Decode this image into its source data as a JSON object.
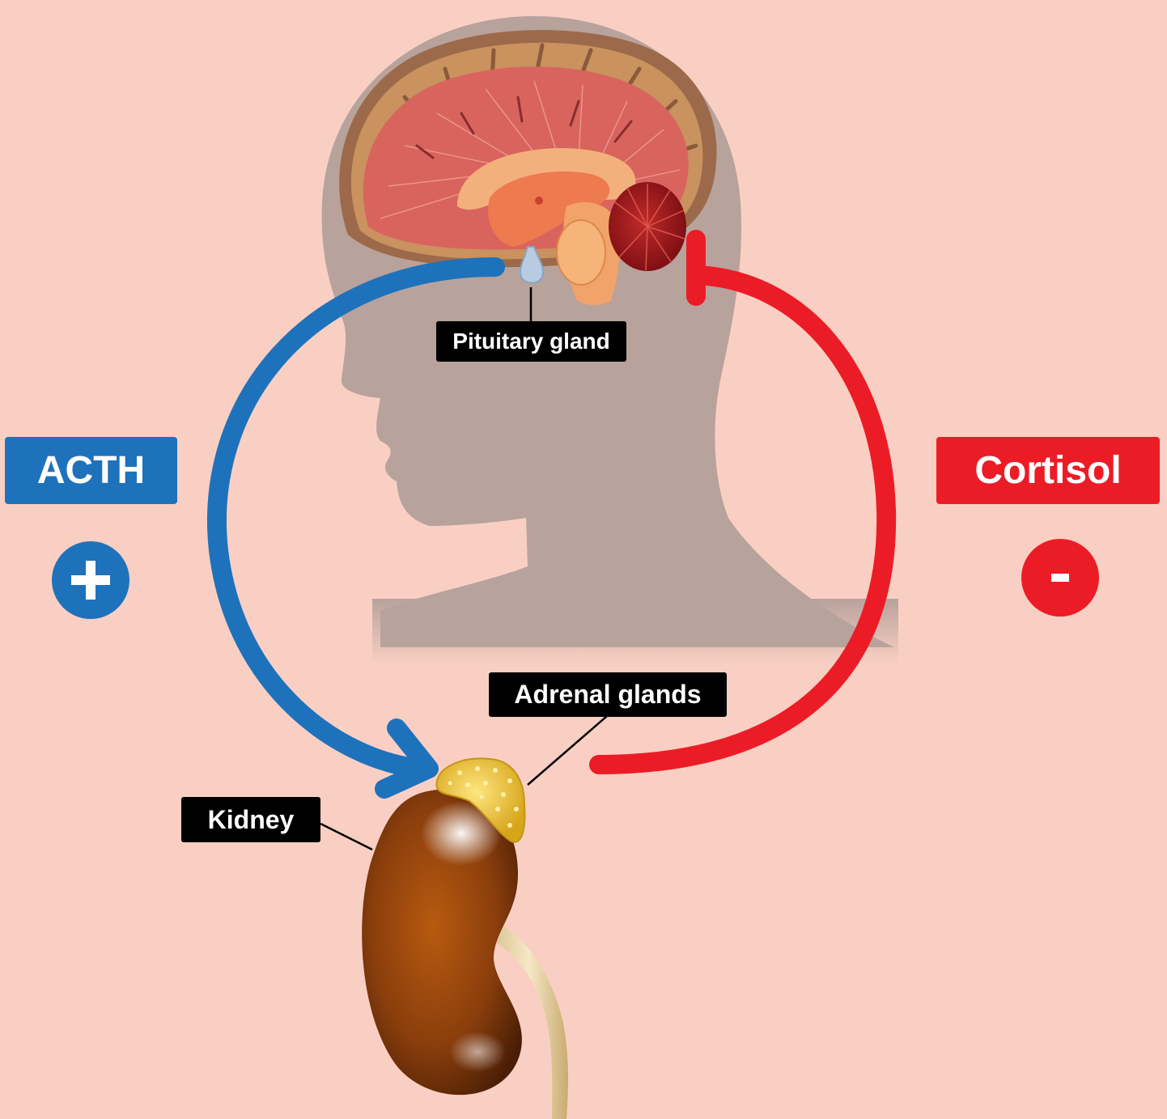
{
  "labels": {
    "pituitary": "Pituitary gland",
    "adrenal": "Adrenal glands",
    "kidney": "Kidney"
  },
  "hormones": {
    "acth": {
      "name": "ACTH",
      "sign": "+",
      "color": "#1e72bb"
    },
    "cortisol": {
      "name": "Cortisol",
      "sign": "-",
      "color": "#ec1c27"
    }
  },
  "colors": {
    "background": "#facfc3",
    "head_silhouette": "#b8a29c",
    "label_bg": "#000000"
  },
  "icons": {
    "brain": "brain-cross-section-icon",
    "kidney": "kidney-icon",
    "adrenal": "adrenal-gland-icon"
  }
}
